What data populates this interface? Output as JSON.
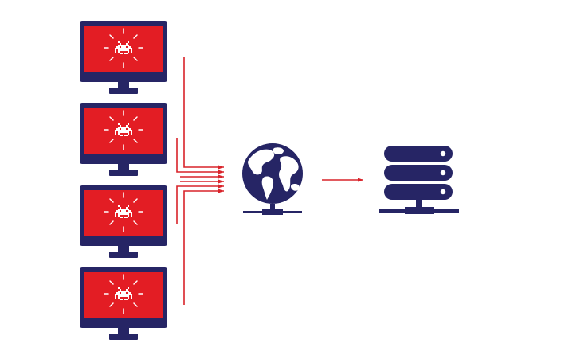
{
  "colors": {
    "background": "#ffffff",
    "navy": "#262565",
    "alert_red": "#e31d24",
    "arrow_red": "#d9232a",
    "white": "#ffffff"
  },
  "diagram": {
    "infected_monitors": [
      {
        "icon": "space-invader-icon"
      },
      {
        "icon": "space-invader-icon"
      },
      {
        "icon": "space-invader-icon"
      },
      {
        "icon": "space-invader-icon"
      }
    ],
    "network_node": {
      "icon": "globe-network-icon"
    },
    "target_node": {
      "icon": "server-stack-icon"
    },
    "connections": [
      {
        "from": "monitor-1",
        "to": "globe-network"
      },
      {
        "from": "monitor-2",
        "to": "globe-network"
      },
      {
        "from": "monitor-3",
        "to": "globe-network"
      },
      {
        "from": "monitor-4",
        "to": "globe-network"
      },
      {
        "from": "globe-network",
        "to": "server-stack"
      }
    ]
  }
}
